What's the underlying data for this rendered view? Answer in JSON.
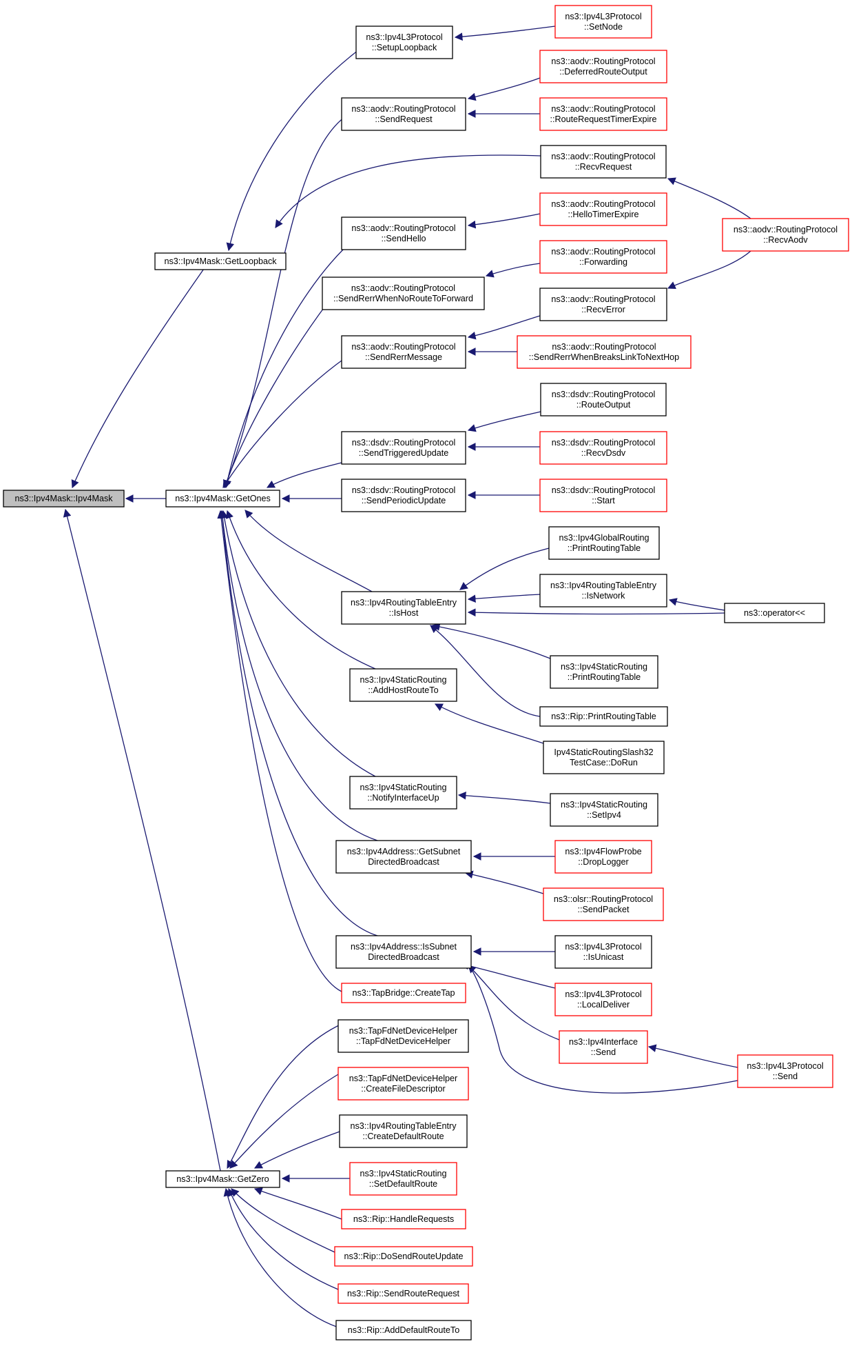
{
  "colors": {
    "edge": "#191970",
    "border_normal": "#000000",
    "border_truncated": "#ff0000",
    "fill_normal": "#ffffff",
    "fill_root": "#bfbfbf",
    "text": "#000000"
  },
  "nodes": [
    {
      "id": "root",
      "lines": [
        "ns3::Ipv4Mask::Ipv4Mask"
      ],
      "style": "root"
    },
    {
      "id": "getloopback",
      "lines": [
        "ns3::Ipv4Mask::GetLoopback"
      ],
      "style": "normal"
    },
    {
      "id": "getones",
      "lines": [
        "ns3::Ipv4Mask::GetOnes"
      ],
      "style": "normal"
    },
    {
      "id": "getzero",
      "lines": [
        "ns3::Ipv4Mask::GetZero"
      ],
      "style": "normal"
    },
    {
      "id": "setuploopback",
      "lines": [
        "ns3::Ipv4L3Protocol",
        "::SetupLoopback"
      ],
      "style": "normal"
    },
    {
      "id": "l3setnode",
      "lines": [
        "ns3::Ipv4L3Protocol",
        "::SetNode"
      ],
      "style": "truncated"
    },
    {
      "id": "sendrequest",
      "lines": [
        "ns3::aodv::RoutingProtocol",
        "::SendRequest"
      ],
      "style": "normal"
    },
    {
      "id": "deferred",
      "lines": [
        "ns3::aodv::RoutingProtocol",
        "::DeferredRouteOutput"
      ],
      "style": "truncated"
    },
    {
      "id": "rreqtimer",
      "lines": [
        "ns3::aodv::RoutingProtocol",
        "::RouteRequestTimerExpire"
      ],
      "style": "truncated"
    },
    {
      "id": "recvrequest",
      "lines": [
        "ns3::aodv::RoutingProtocol",
        "::RecvRequest"
      ],
      "style": "normal"
    },
    {
      "id": "recvaodv",
      "lines": [
        "ns3::aodv::RoutingProtocol",
        "::RecvAodv"
      ],
      "style": "truncated"
    },
    {
      "id": "sendhello",
      "lines": [
        "ns3::aodv::RoutingProtocol",
        "::SendHello"
      ],
      "style": "normal"
    },
    {
      "id": "hellotimer",
      "lines": [
        "ns3::aodv::RoutingProtocol",
        "::HelloTimerExpire"
      ],
      "style": "truncated"
    },
    {
      "id": "sendrerrnoroute",
      "lines": [
        "ns3::aodv::RoutingProtocol",
        "::SendRerrWhenNoRouteToForward"
      ],
      "style": "normal"
    },
    {
      "id": "forwarding",
      "lines": [
        "ns3::aodv::RoutingProtocol",
        "::Forwarding"
      ],
      "style": "truncated"
    },
    {
      "id": "recverror",
      "lines": [
        "ns3::aodv::RoutingProtocol",
        "::RecvError"
      ],
      "style": "normal"
    },
    {
      "id": "sendrerrmsg",
      "lines": [
        "ns3::aodv::RoutingProtocol",
        "::SendRerrMessage"
      ],
      "style": "normal"
    },
    {
      "id": "sendrerrbreaks",
      "lines": [
        "ns3::aodv::RoutingProtocol",
        "::SendRerrWhenBreaksLinkToNextHop"
      ],
      "style": "truncated"
    },
    {
      "id": "dsdvrouteoutput",
      "lines": [
        "ns3::dsdv::RoutingProtocol",
        "::RouteOutput"
      ],
      "style": "normal"
    },
    {
      "id": "dsdvtrig",
      "lines": [
        "ns3::dsdv::RoutingProtocol",
        "::SendTriggeredUpdate"
      ],
      "style": "normal"
    },
    {
      "id": "dsdvrecv",
      "lines": [
        "ns3::dsdv::RoutingProtocol",
        "::RecvDsdv"
      ],
      "style": "truncated"
    },
    {
      "id": "dsdvperiodic",
      "lines": [
        "ns3::dsdv::RoutingProtocol",
        "::SendPeriodicUpdate"
      ],
      "style": "normal"
    },
    {
      "id": "dsdvstart",
      "lines": [
        "ns3::dsdv::RoutingProtocol",
        "::Start"
      ],
      "style": "truncated"
    },
    {
      "id": "globalprint",
      "lines": [
        "ns3::Ipv4GlobalRouting",
        "::PrintRoutingTable"
      ],
      "style": "normal"
    },
    {
      "id": "isnetwork",
      "lines": [
        "ns3::Ipv4RoutingTableEntry",
        "::IsNetwork"
      ],
      "style": "normal"
    },
    {
      "id": "ishost",
      "lines": [
        "ns3::Ipv4RoutingTableEntry",
        "::IsHost"
      ],
      "style": "normal"
    },
    {
      "id": "operator",
      "lines": [
        "ns3::operator<<"
      ],
      "style": "normal"
    },
    {
      "id": "staticprint",
      "lines": [
        "ns3::Ipv4StaticRouting",
        "::PrintRoutingTable"
      ],
      "style": "normal"
    },
    {
      "id": "addhost",
      "lines": [
        "ns3::Ipv4StaticRouting",
        "::AddHostRouteTo"
      ],
      "style": "normal"
    },
    {
      "id": "ripprint",
      "lines": [
        "ns3::Rip::PrintRoutingTable"
      ],
      "style": "normal"
    },
    {
      "id": "slash32",
      "lines": [
        "Ipv4StaticRoutingSlash32",
        "TestCase::DoRun"
      ],
      "style": "normal"
    },
    {
      "id": "notifyup",
      "lines": [
        "ns3::Ipv4StaticRouting",
        "::NotifyInterfaceUp"
      ],
      "style": "normal"
    },
    {
      "id": "setipv4",
      "lines": [
        "ns3::Ipv4StaticRouting",
        "::SetIpv4"
      ],
      "style": "normal"
    },
    {
      "id": "getsubnet",
      "lines": [
        "ns3::Ipv4Address::GetSubnet",
        "DirectedBroadcast"
      ],
      "style": "normal"
    },
    {
      "id": "droplogger",
      "lines": [
        "ns3::Ipv4FlowProbe",
        "::DropLogger"
      ],
      "style": "truncated"
    },
    {
      "id": "olsrsend",
      "lines": [
        "ns3::olsr::RoutingProtocol",
        "::SendPacket"
      ],
      "style": "truncated"
    },
    {
      "id": "issubnet",
      "lines": [
        "ns3::Ipv4Address::IsSubnet",
        "DirectedBroadcast"
      ],
      "style": "normal"
    },
    {
      "id": "isunicast",
      "lines": [
        "ns3::Ipv4L3Protocol",
        "::IsUnicast"
      ],
      "style": "normal"
    },
    {
      "id": "localdeliver",
      "lines": [
        "ns3::Ipv4L3Protocol",
        "::LocalDeliver"
      ],
      "style": "truncated"
    },
    {
      "id": "ifacesend",
      "lines": [
        "ns3::Ipv4Interface",
        "::Send"
      ],
      "style": "truncated"
    },
    {
      "id": "l3send",
      "lines": [
        "ns3::Ipv4L3Protocol",
        "::Send"
      ],
      "style": "truncated"
    },
    {
      "id": "createtap",
      "lines": [
        "ns3::TapBridge::CreateTap"
      ],
      "style": "truncated"
    },
    {
      "id": "tapfdctor",
      "lines": [
        "ns3::TapFdNetDeviceHelper",
        "::TapFdNetDeviceHelper"
      ],
      "style": "normal"
    },
    {
      "id": "tapfdcreate",
      "lines": [
        "ns3::TapFdNetDeviceHelper",
        "::CreateFileDescriptor"
      ],
      "style": "truncated"
    },
    {
      "id": "createdefault",
      "lines": [
        "ns3::Ipv4RoutingTableEntry",
        "::CreateDefaultRoute"
      ],
      "style": "normal"
    },
    {
      "id": "setdefault",
      "lines": [
        "ns3::Ipv4StaticRouting",
        "::SetDefaultRoute"
      ],
      "style": "truncated"
    },
    {
      "id": "riphandle",
      "lines": [
        "ns3::Rip::HandleRequests"
      ],
      "style": "truncated"
    },
    {
      "id": "ripdosend",
      "lines": [
        "ns3::Rip::DoSendRouteUpdate"
      ],
      "style": "truncated"
    },
    {
      "id": "ripsendreq",
      "lines": [
        "ns3::Rip::SendRouteRequest"
      ],
      "style": "truncated"
    },
    {
      "id": "ripadddefault",
      "lines": [
        "ns3::Rip::AddDefaultRouteTo"
      ],
      "style": "normal"
    }
  ],
  "edges": [
    {
      "from": "getloopback",
      "to": "root"
    },
    {
      "from": "getones",
      "to": "root"
    },
    {
      "from": "getzero",
      "to": "root"
    },
    {
      "from": "setuploopback",
      "to": "getloopback"
    },
    {
      "from": "l3setnode",
      "to": "setuploopback"
    },
    {
      "from": "sendrequest",
      "to": "getones"
    },
    {
      "from": "deferred",
      "to": "sendrequest"
    },
    {
      "from": "rreqtimer",
      "to": "sendrequest"
    },
    {
      "from": "recvrequest",
      "to": "getones"
    },
    {
      "from": "recvaodv",
      "to": "recvrequest"
    },
    {
      "from": "sendhello",
      "to": "getones"
    },
    {
      "from": "hellotimer",
      "to": "sendhello"
    },
    {
      "from": "sendrerrnoroute",
      "to": "getones"
    },
    {
      "from": "forwarding",
      "to": "sendrerrnoroute"
    },
    {
      "from": "sendrerrmsg",
      "to": "getones"
    },
    {
      "from": "recverror",
      "to": "sendrerrmsg"
    },
    {
      "from": "recvaodv",
      "to": "recverror"
    },
    {
      "from": "sendrerrbreaks",
      "to": "sendrerrmsg"
    },
    {
      "from": "dsdvtrig",
      "to": "getones"
    },
    {
      "from": "dsdvrouteoutput",
      "to": "dsdvtrig"
    },
    {
      "from": "dsdvrecv",
      "to": "dsdvtrig"
    },
    {
      "from": "dsdvperiodic",
      "to": "getones"
    },
    {
      "from": "dsdvstart",
      "to": "dsdvperiodic"
    },
    {
      "from": "ishost",
      "to": "getones"
    },
    {
      "from": "globalprint",
      "to": "ishost"
    },
    {
      "from": "isnetwork",
      "to": "ishost"
    },
    {
      "from": "operator",
      "to": "isnetwork"
    },
    {
      "from": "operator",
      "to": "ishost"
    },
    {
      "from": "staticprint",
      "to": "ishost"
    },
    {
      "from": "ripprint",
      "to": "ishost"
    },
    {
      "from": "addhost",
      "to": "getones"
    },
    {
      "from": "slash32",
      "to": "addhost"
    },
    {
      "from": "notifyup",
      "to": "getones"
    },
    {
      "from": "setipv4",
      "to": "notifyup"
    },
    {
      "from": "getsubnet",
      "to": "getones"
    },
    {
      "from": "droplogger",
      "to": "getsubnet"
    },
    {
      "from": "olsrsend",
      "to": "getsubnet"
    },
    {
      "from": "issubnet",
      "to": "getones"
    },
    {
      "from": "isunicast",
      "to": "issubnet"
    },
    {
      "from": "localdeliver",
      "to": "issubnet"
    },
    {
      "from": "ifacesend",
      "to": "issubnet"
    },
    {
      "from": "l3send",
      "to": "ifacesend"
    },
    {
      "from": "l3send",
      "to": "issubnet"
    },
    {
      "from": "createtap",
      "to": "getones"
    },
    {
      "from": "tapfdctor",
      "to": "getzero"
    },
    {
      "from": "tapfdcreate",
      "to": "getzero"
    },
    {
      "from": "createdefault",
      "to": "getzero"
    },
    {
      "from": "setdefault",
      "to": "getzero"
    },
    {
      "from": "riphandle",
      "to": "getzero"
    },
    {
      "from": "ripdosend",
      "to": "getzero"
    },
    {
      "from": "ripsendreq",
      "to": "getzero"
    },
    {
      "from": "ripadddefault",
      "to": "getzero"
    }
  ]
}
